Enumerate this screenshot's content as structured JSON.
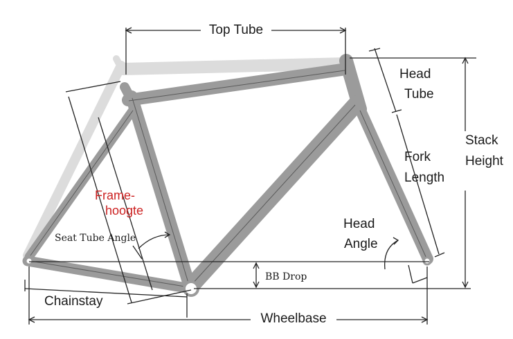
{
  "labels": {
    "top_tube": "Top Tube",
    "head_tube_1": "Head",
    "head_tube_2": "Tube",
    "stack_1": "Stack",
    "stack_2": "Height",
    "fork_1": "Fork",
    "fork_2": "Length",
    "frame_1": "Frame-",
    "frame_2": "hoogte",
    "seat_angle": "Seat Tube Angle",
    "head_angle_1": "Head",
    "head_angle_2": "Angle",
    "bb_drop": "BB Drop",
    "chainstay": "Chainstay",
    "wheelbase": "Wheelbase"
  },
  "colors": {
    "frame": "#9b9b9b",
    "ghost_frame": "#dcdcdc",
    "line": "#222222",
    "accent": "#cc2222"
  }
}
